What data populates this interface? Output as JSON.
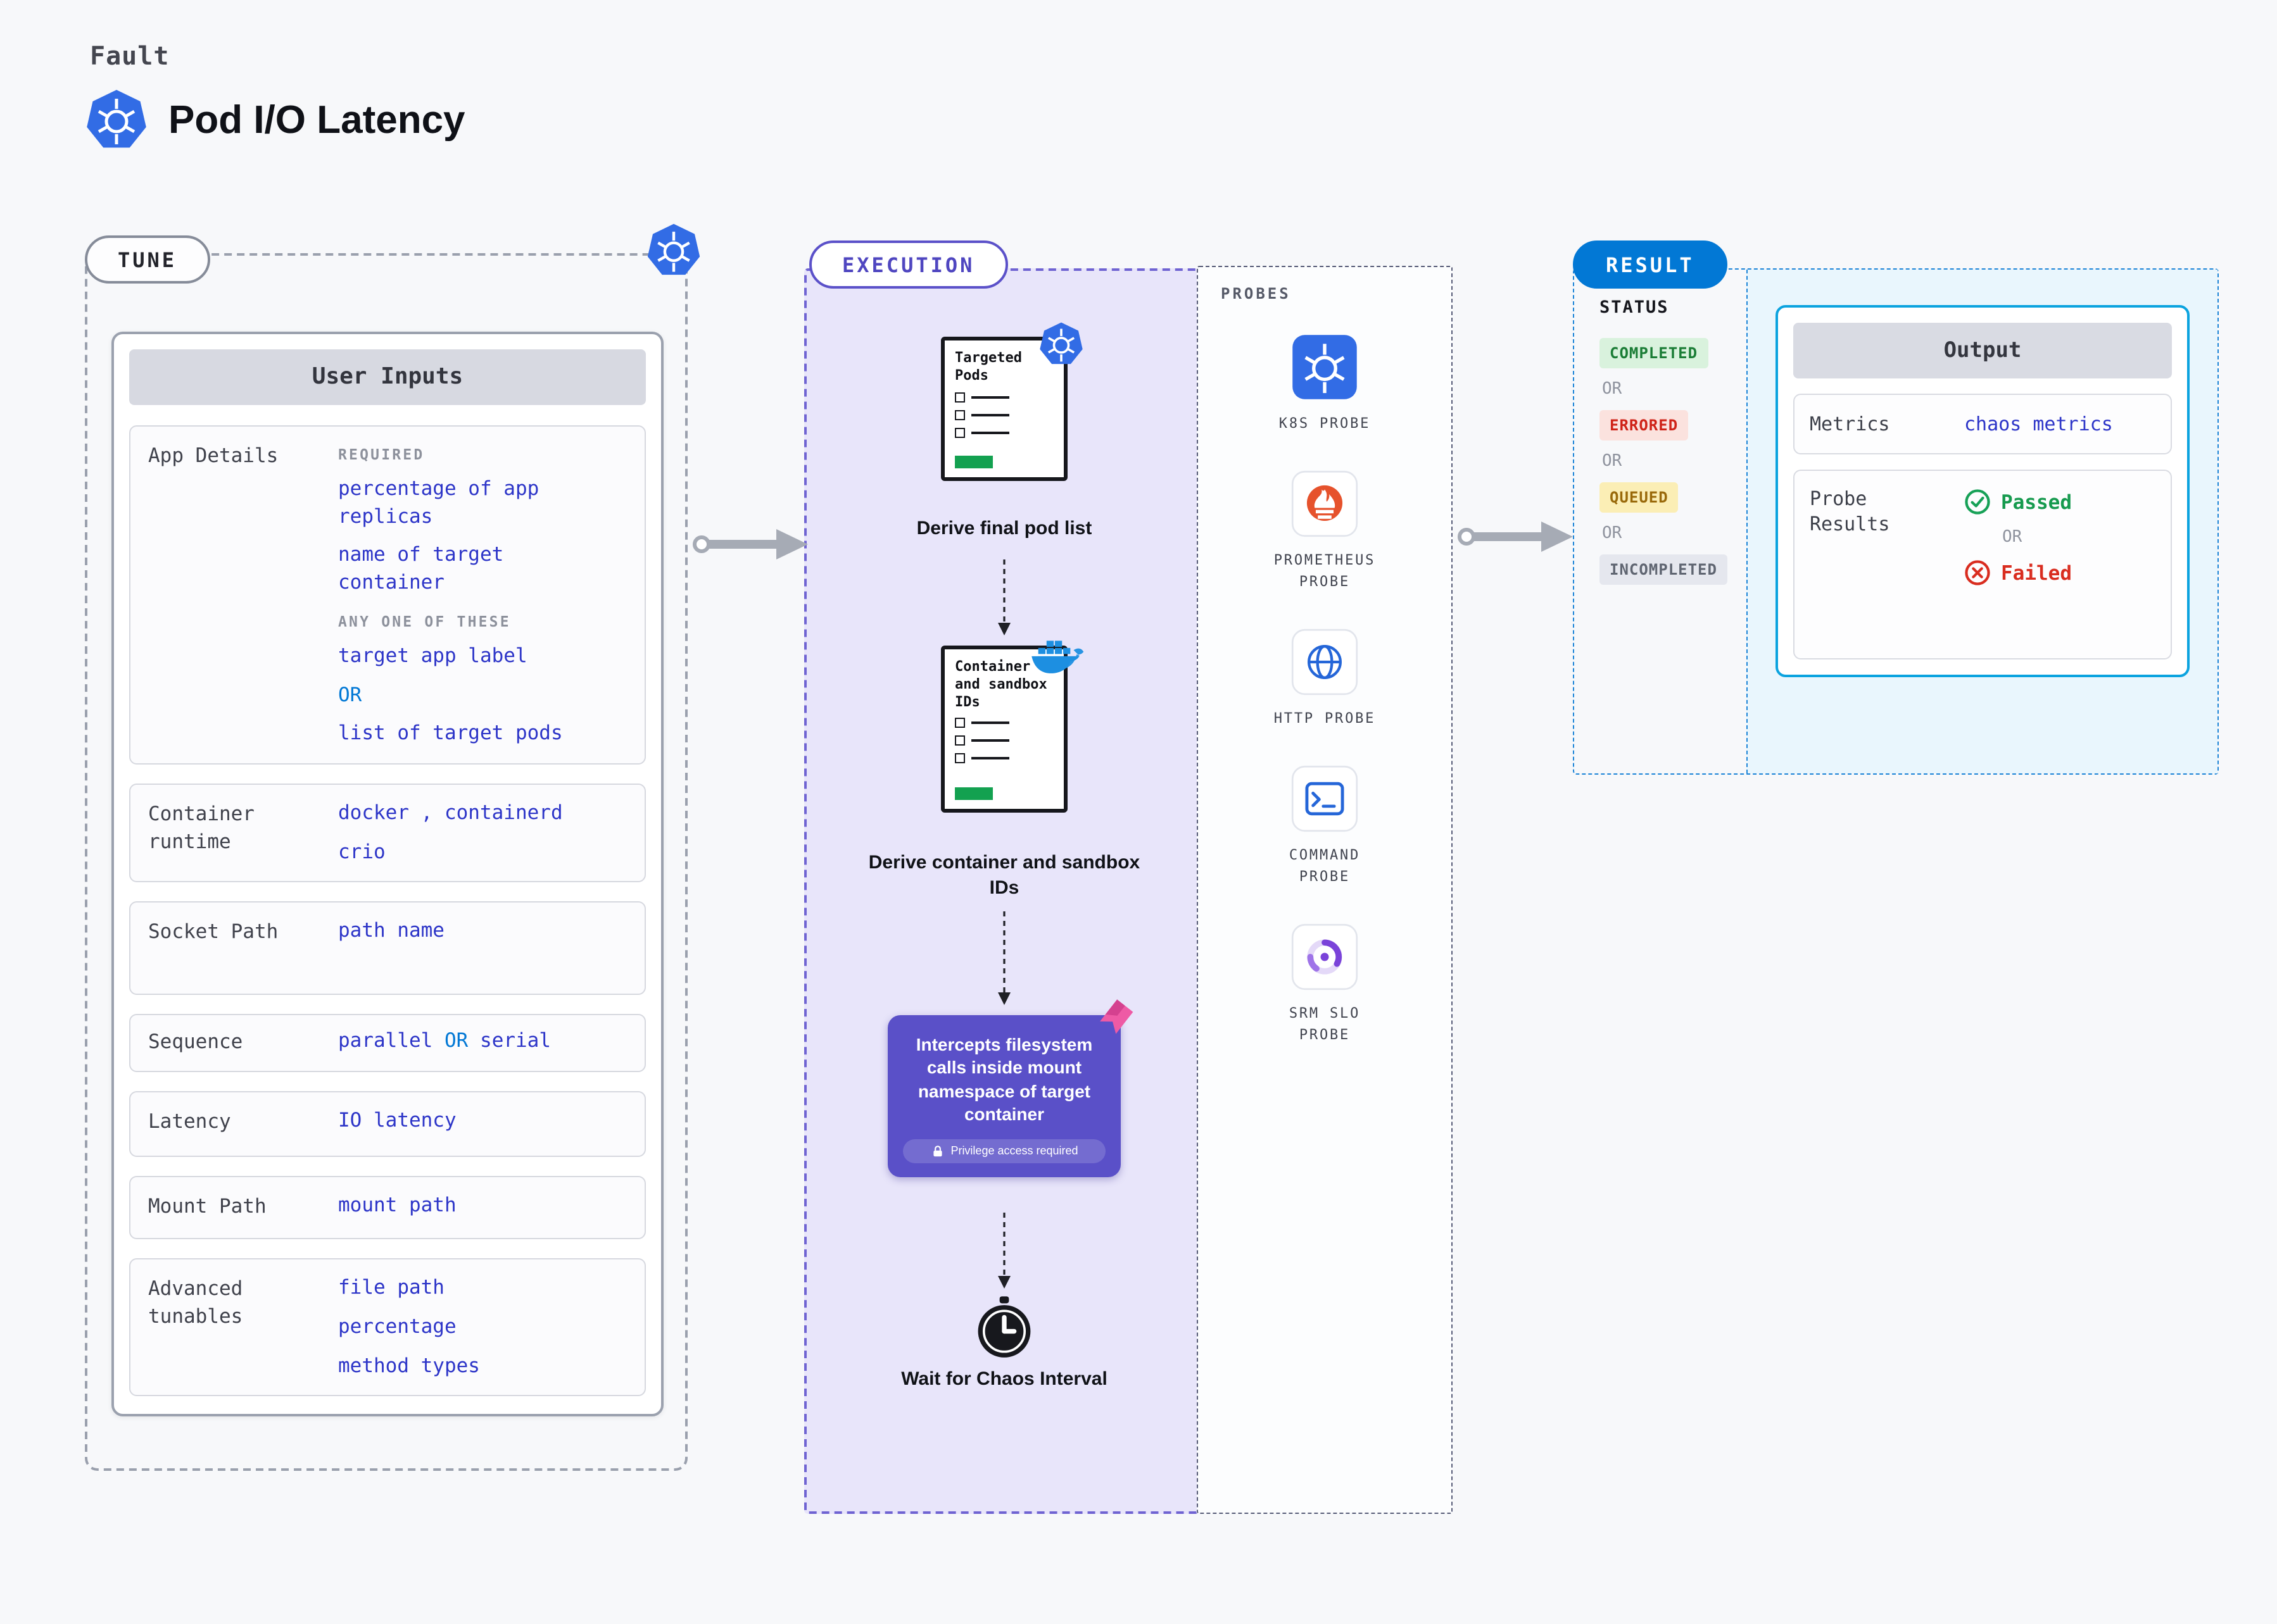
{
  "header": {
    "eyebrow": "Fault",
    "title": "Pod I/O Latency"
  },
  "tune": {
    "pill_label": "TUNE",
    "panel_title": "User Inputs",
    "rows": [
      {
        "label": "App Details",
        "lines": [
          {
            "type": "caption",
            "text": "REQUIRED"
          },
          {
            "type": "value",
            "text": "percentage of app replicas"
          },
          {
            "type": "value",
            "text": "name of target container"
          },
          {
            "type": "caption",
            "text": "ANY ONE OF THESE"
          },
          {
            "type": "value",
            "text": "target app label"
          },
          {
            "type": "or",
            "text": "OR"
          },
          {
            "type": "value",
            "text": "list of target pods"
          }
        ]
      },
      {
        "label": "Container runtime",
        "lines": [
          {
            "type": "value",
            "text": "docker , containerd"
          },
          {
            "type": "value",
            "text": "crio"
          }
        ]
      },
      {
        "label": "Socket Path",
        "lines": [
          {
            "type": "value",
            "text": "path name"
          }
        ]
      },
      {
        "label": "Sequence",
        "lines": [
          {
            "type": "value",
            "parts": [
              {
                "style": "value",
                "text": "parallel"
              },
              {
                "style": "or",
                "text": "OR"
              },
              {
                "style": "value",
                "text": "serial"
              }
            ]
          }
        ]
      },
      {
        "label": "Latency",
        "lines": [
          {
            "type": "value",
            "text": "IO latency"
          }
        ]
      },
      {
        "label": "Mount Path",
        "lines": [
          {
            "type": "value",
            "text": "mount path"
          }
        ]
      },
      {
        "label": "Advanced tunables",
        "lines": [
          {
            "type": "value",
            "text": "file path"
          },
          {
            "type": "value",
            "text": "percentage"
          },
          {
            "type": "value",
            "text": "method types"
          }
        ]
      }
    ]
  },
  "execution": {
    "pill_label": "EXECUTION",
    "steps": [
      {
        "doc_title": "Targeted Pods",
        "badge_icon": "kubernetes-icon",
        "caption": "Derive final pod list"
      },
      {
        "doc_title": "Container and sandbox IDs",
        "badge_icon": "docker-icon",
        "caption": "Derive container and sandbox IDs"
      },
      {
        "text": "Intercepts filesystem calls inside mount namespace of target container",
        "badge": "Privilege access required"
      },
      {
        "icon": "clock-icon",
        "caption": "Wait for Chaos Interval"
      }
    ]
  },
  "probes": {
    "label": "PROBES",
    "items": [
      {
        "icon": "k8s-probe-icon",
        "label": "K8S PROBE"
      },
      {
        "icon": "prometheus-icon",
        "label": "PROMETHEUS PROBE"
      },
      {
        "icon": "http-globe-icon",
        "label": "HTTP PROBE"
      },
      {
        "icon": "command-terminal-icon",
        "label": "COMMAND PROBE"
      },
      {
        "icon": "srm-slo-icon",
        "label": "SRM SLO PROBE"
      }
    ]
  },
  "result": {
    "pill_label": "RESULT",
    "status_title": "STATUS",
    "or_label": "OR",
    "statuses": [
      {
        "kind": "completed",
        "label": "COMPLETED"
      },
      {
        "kind": "errored",
        "label": "ERRORED"
      },
      {
        "kind": "queued",
        "label": "QUEUED"
      },
      {
        "kind": "incompleted",
        "label": "INCOMPLETED"
      }
    ],
    "output": {
      "title": "Output",
      "metrics_label": "Metrics",
      "metrics_value": "chaos metrics",
      "probe_results_label": "Probe Results",
      "passed_label": "Passed",
      "or_label": "OR",
      "failed_label": "Failed"
    }
  },
  "colors": {
    "kubernetes_blue": "#326ce5",
    "execution_purple": "#5b51c9",
    "callout_purple": "#5a50c8",
    "result_blue": "#0278d5",
    "value_indigo": "#2d35c8",
    "or_azure": "#0278d5",
    "completed_green": "#1b7d36",
    "errored_red": "#cf2318",
    "queued_amber": "#99690a",
    "incompleted_gray": "#5f6571",
    "passed_green": "#169a4e",
    "failed_red": "#d92d20",
    "output_border_cyan": "#0ba3df",
    "prometheus_orange": "#e6522c",
    "docker_blue": "#1d8fe1",
    "flag_pink": "#ee5aa5",
    "doc_progress_green": "#13a150"
  }
}
